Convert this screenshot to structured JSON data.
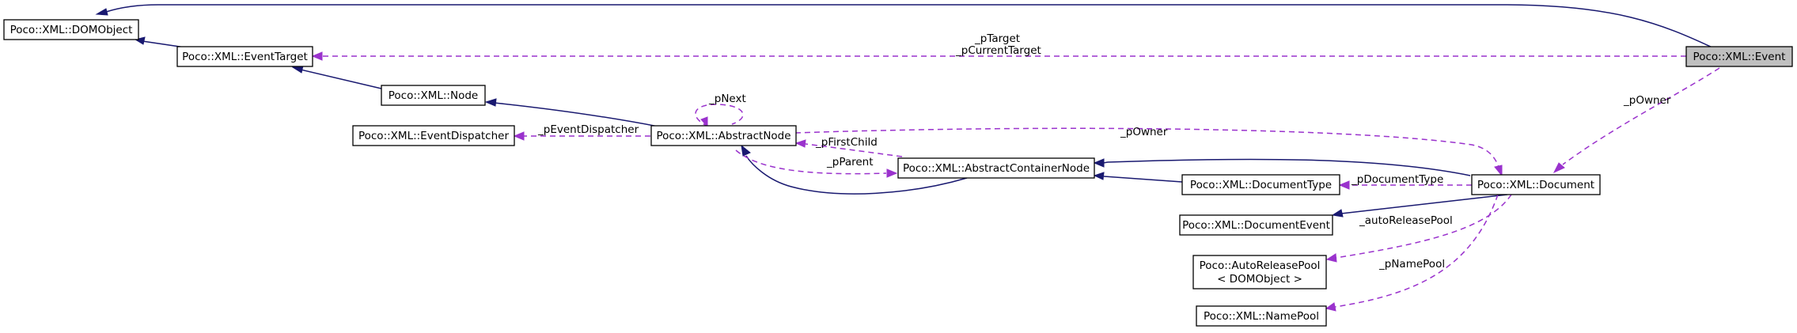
{
  "nodes": {
    "dom_object": "Poco::XML::DOMObject",
    "event_target": "Poco::XML::EventTarget",
    "node": "Poco::XML::Node",
    "event_dispatcher": "Poco::XML::EventDispatcher",
    "abstract_node": "Poco::XML::AbstractNode",
    "abstract_container_node": "Poco::XML::AbstractContainerNode",
    "document_type": "Poco::XML::DocumentType",
    "document_event": "Poco::XML::DocumentEvent",
    "auto_release_pool_line1": "Poco::AutoReleasePool",
    "auto_release_pool_line2": "< DOMObject >",
    "name_pool": "Poco::XML::NamePool",
    "document": "Poco::XML::Document",
    "event": "Poco::XML::Event"
  },
  "edge_labels": {
    "p_target": "_pTarget",
    "p_current_target": "_pCurrentTarget",
    "p_next": "_pNext",
    "p_event_dispatcher": "_pEventDispatcher",
    "p_owner_abstract": "_pOwner",
    "p_owner_event": "_pOwner",
    "p_first_child": "_pFirstChild",
    "p_parent": "_pParent",
    "p_document_type": "_pDocumentType",
    "auto_release_pool": "_autoReleasePool",
    "p_name_pool": "_pNamePool"
  },
  "highlighted_node": "event",
  "colors": {
    "inheritance_edge": "#191970",
    "association_edge": "#9a32cd",
    "highlight_fill": "#bfbfbf"
  }
}
